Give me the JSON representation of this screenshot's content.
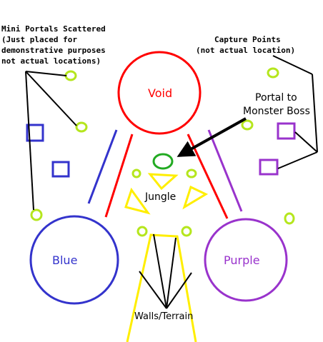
{
  "labels": {
    "void": "Void",
    "blue": "Blue",
    "purple": "Purple",
    "jungle": "Jungle",
    "walls": "Walls/Terrain",
    "portal_line1": "Portal to",
    "portal_line2": "Monster Boss",
    "mini_line1": "Mini Portals Scattered",
    "mini_line2": "(Just placed for",
    "mini_line3": "demonstrative purposes",
    "mini_line4": "not actual locations)",
    "capture_line1": "Capture Points",
    "capture_line2": "(not actual location)"
  },
  "colors": {
    "void": "#ff0000",
    "blue": "#3333cc",
    "purple": "#9933cc",
    "jungle": "#ffee00",
    "portal_boss": "#22aa22",
    "mini_portal": "#b5e61d",
    "line": "#000000"
  }
}
